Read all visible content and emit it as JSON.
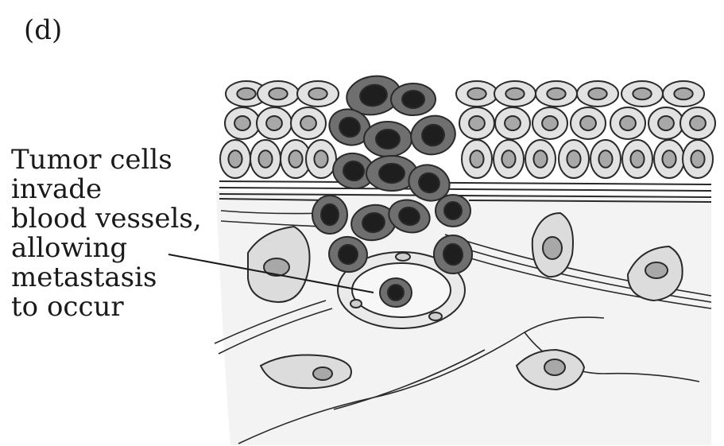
{
  "panel_label": "(d)",
  "caption_lines": [
    "Tumor cells",
    "invade",
    "blood vessels,",
    "allowing",
    "metastasis",
    "to occur"
  ],
  "colors": {
    "tumor_cell": "#6f6f6f",
    "tumor_nucleus": "#1e1e1e",
    "normal_cell": "#e2e2e2",
    "normal_nucleus": "#a8a8a8",
    "stroma": "#f3f3f3",
    "vessel": "#f7f7f7",
    "outline": "#2a2a2a"
  }
}
